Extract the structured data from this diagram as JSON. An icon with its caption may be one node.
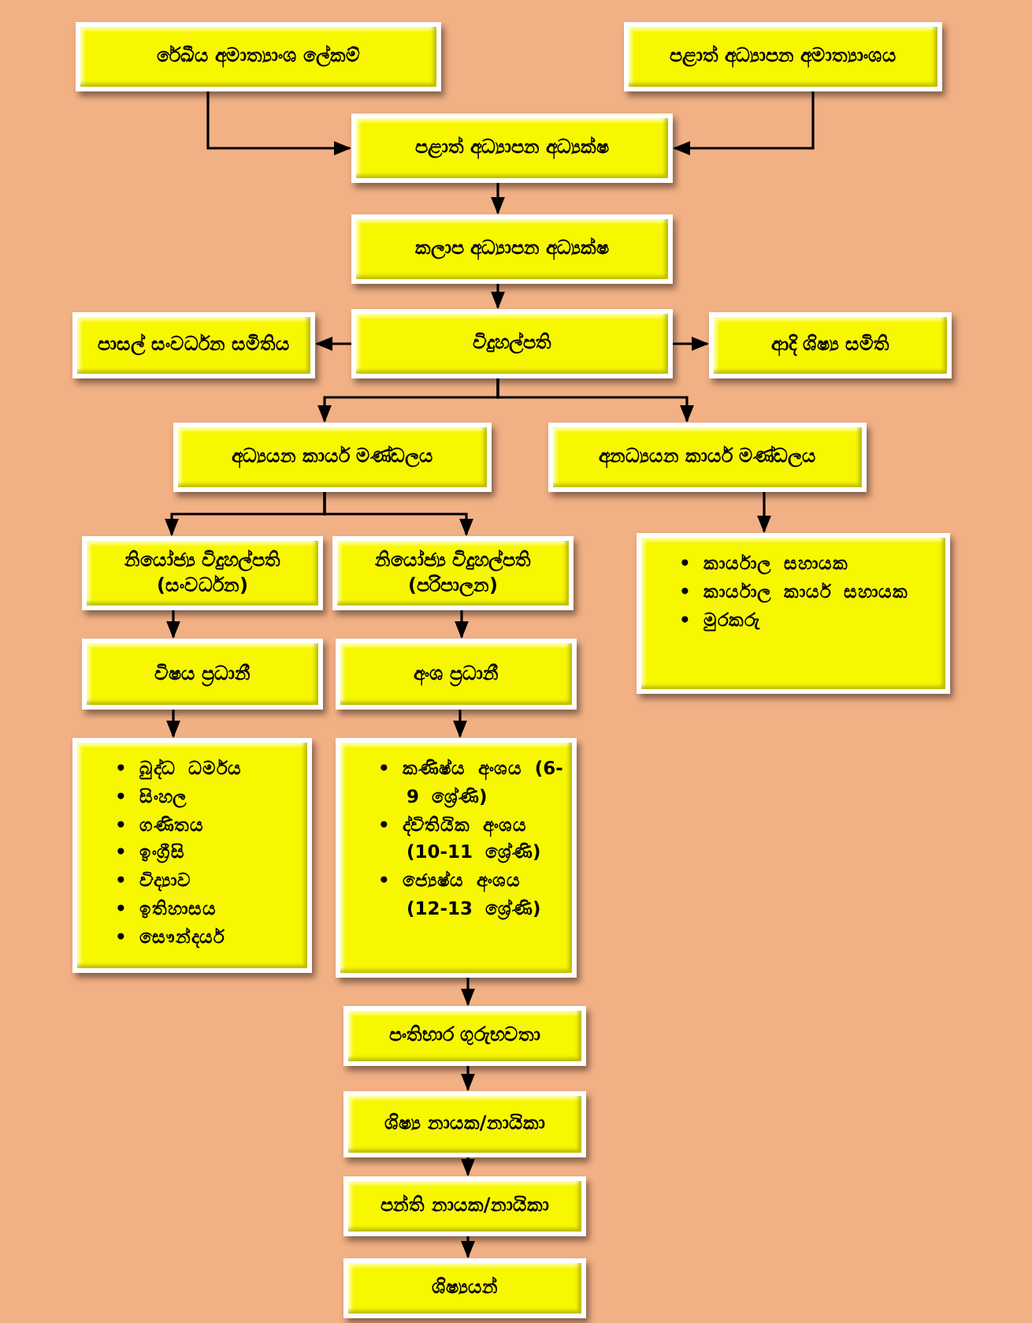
{
  "diagram": {
    "nodes": [
      {
        "text": [
          "රේඛීය අමාත්‍යාංශ ලේකම්"
        ]
      },
      {
        "text": [
          "පළාත් අධ්‍යාපන අමාත්‍යාංශය"
        ]
      },
      {
        "text": [
          "පළාත් අධ්‍යාපන අධ්‍යක්ෂ"
        ]
      },
      {
        "text": [
          "කලාප අධ්‍යාපන අධ්‍යක්ෂ"
        ]
      },
      {
        "text": [
          "පාසල් සංවර්ධන සමිතිය"
        ]
      },
      {
        "text": [
          "විදුහල්පති"
        ]
      },
      {
        "text": [
          "ආදි ශිෂ්‍ය සමිති"
        ]
      },
      {
        "text": [
          "අධ්‍යයන කාර්ය මණ්ඩලය"
        ]
      },
      {
        "text": [
          "අනධ්‍යයන කාර්ය මණ්ඩලය"
        ]
      },
      {
        "text": [
          "නියෝජ්‍ය විදුහල්පති (සංවර්ධන)"
        ]
      },
      {
        "text": [
          "නියෝජ්‍ය විදුහල්පති (පරිපාලන)"
        ]
      },
      {
        "text": [
          "• කාර්යාල සහායක",
          "• කාර්යාල කාර්ය සහායක",
          "• මුරකරු"
        ]
      },
      {
        "text": [
          "විෂය ප්‍රධානී"
        ]
      },
      {
        "text": [
          "අංශ ප්‍රධානී"
        ]
      },
      {
        "text": [
          "• බුද්ධ ධර්මය",
          "• සිංහල",
          "• ගණිතය",
          "• ඉංග්‍රීසි",
          "• විද්‍යාව",
          "• ඉතිහාසය",
          "• සෞන්දර්ය"
        ]
      },
      {
        "text": [
          "• කණිෂ්ය අංශය (6-9 ශ්‍රේණි)",
          "• ද්විතියික අංශය (10-11 ශ්‍රේණි)",
          "• ජ්‍යෙෂ්ය අංශය (12-13 ශ්‍රේණි)"
        ]
      },
      {
        "text": [
          "පංතිභාර ගුරුභවතා"
        ]
      },
      {
        "text": [
          "ශිෂ්‍ය නායක/නායිකා"
        ]
      },
      {
        "text": [
          "පන්ති නායක/නායිකා"
        ]
      },
      {
        "text": [
          "ශිෂ්‍යයන්"
        ]
      }
    ],
    "edges": [
      {
        "from": 0,
        "to": 2,
        "arrow": "to"
      },
      {
        "from": 1,
        "to": 2,
        "arrow": "to"
      },
      {
        "from": 2,
        "to": 3,
        "arrow": "to"
      },
      {
        "from": 3,
        "to": 5,
        "arrow": "to"
      },
      {
        "from": 5,
        "to": 4,
        "arrow": "to"
      },
      {
        "from": 5,
        "to": 6,
        "arrow": "to"
      },
      {
        "from": 5,
        "to": 7,
        "arrow": "to"
      },
      {
        "from": 5,
        "to": 8,
        "arrow": "to"
      },
      {
        "from": 7,
        "to": 9,
        "arrow": "to"
      },
      {
        "from": 7,
        "to": 10,
        "arrow": "to"
      },
      {
        "from": 8,
        "to": 11,
        "arrow": "to"
      },
      {
        "from": 9,
        "to": 12,
        "arrow": "to"
      },
      {
        "from": 10,
        "to": 13,
        "arrow": "to"
      },
      {
        "from": 12,
        "to": 14,
        "arrow": "to"
      },
      {
        "from": 13,
        "to": 15,
        "arrow": "to"
      },
      {
        "from": 15,
        "to": 16,
        "arrow": "to"
      },
      {
        "from": 16,
        "to": 17,
        "arrow": "to"
      },
      {
        "from": 17,
        "to": 18,
        "arrow": "to"
      },
      {
        "from": 18,
        "to": 19,
        "arrow": "to"
      }
    ]
  }
}
